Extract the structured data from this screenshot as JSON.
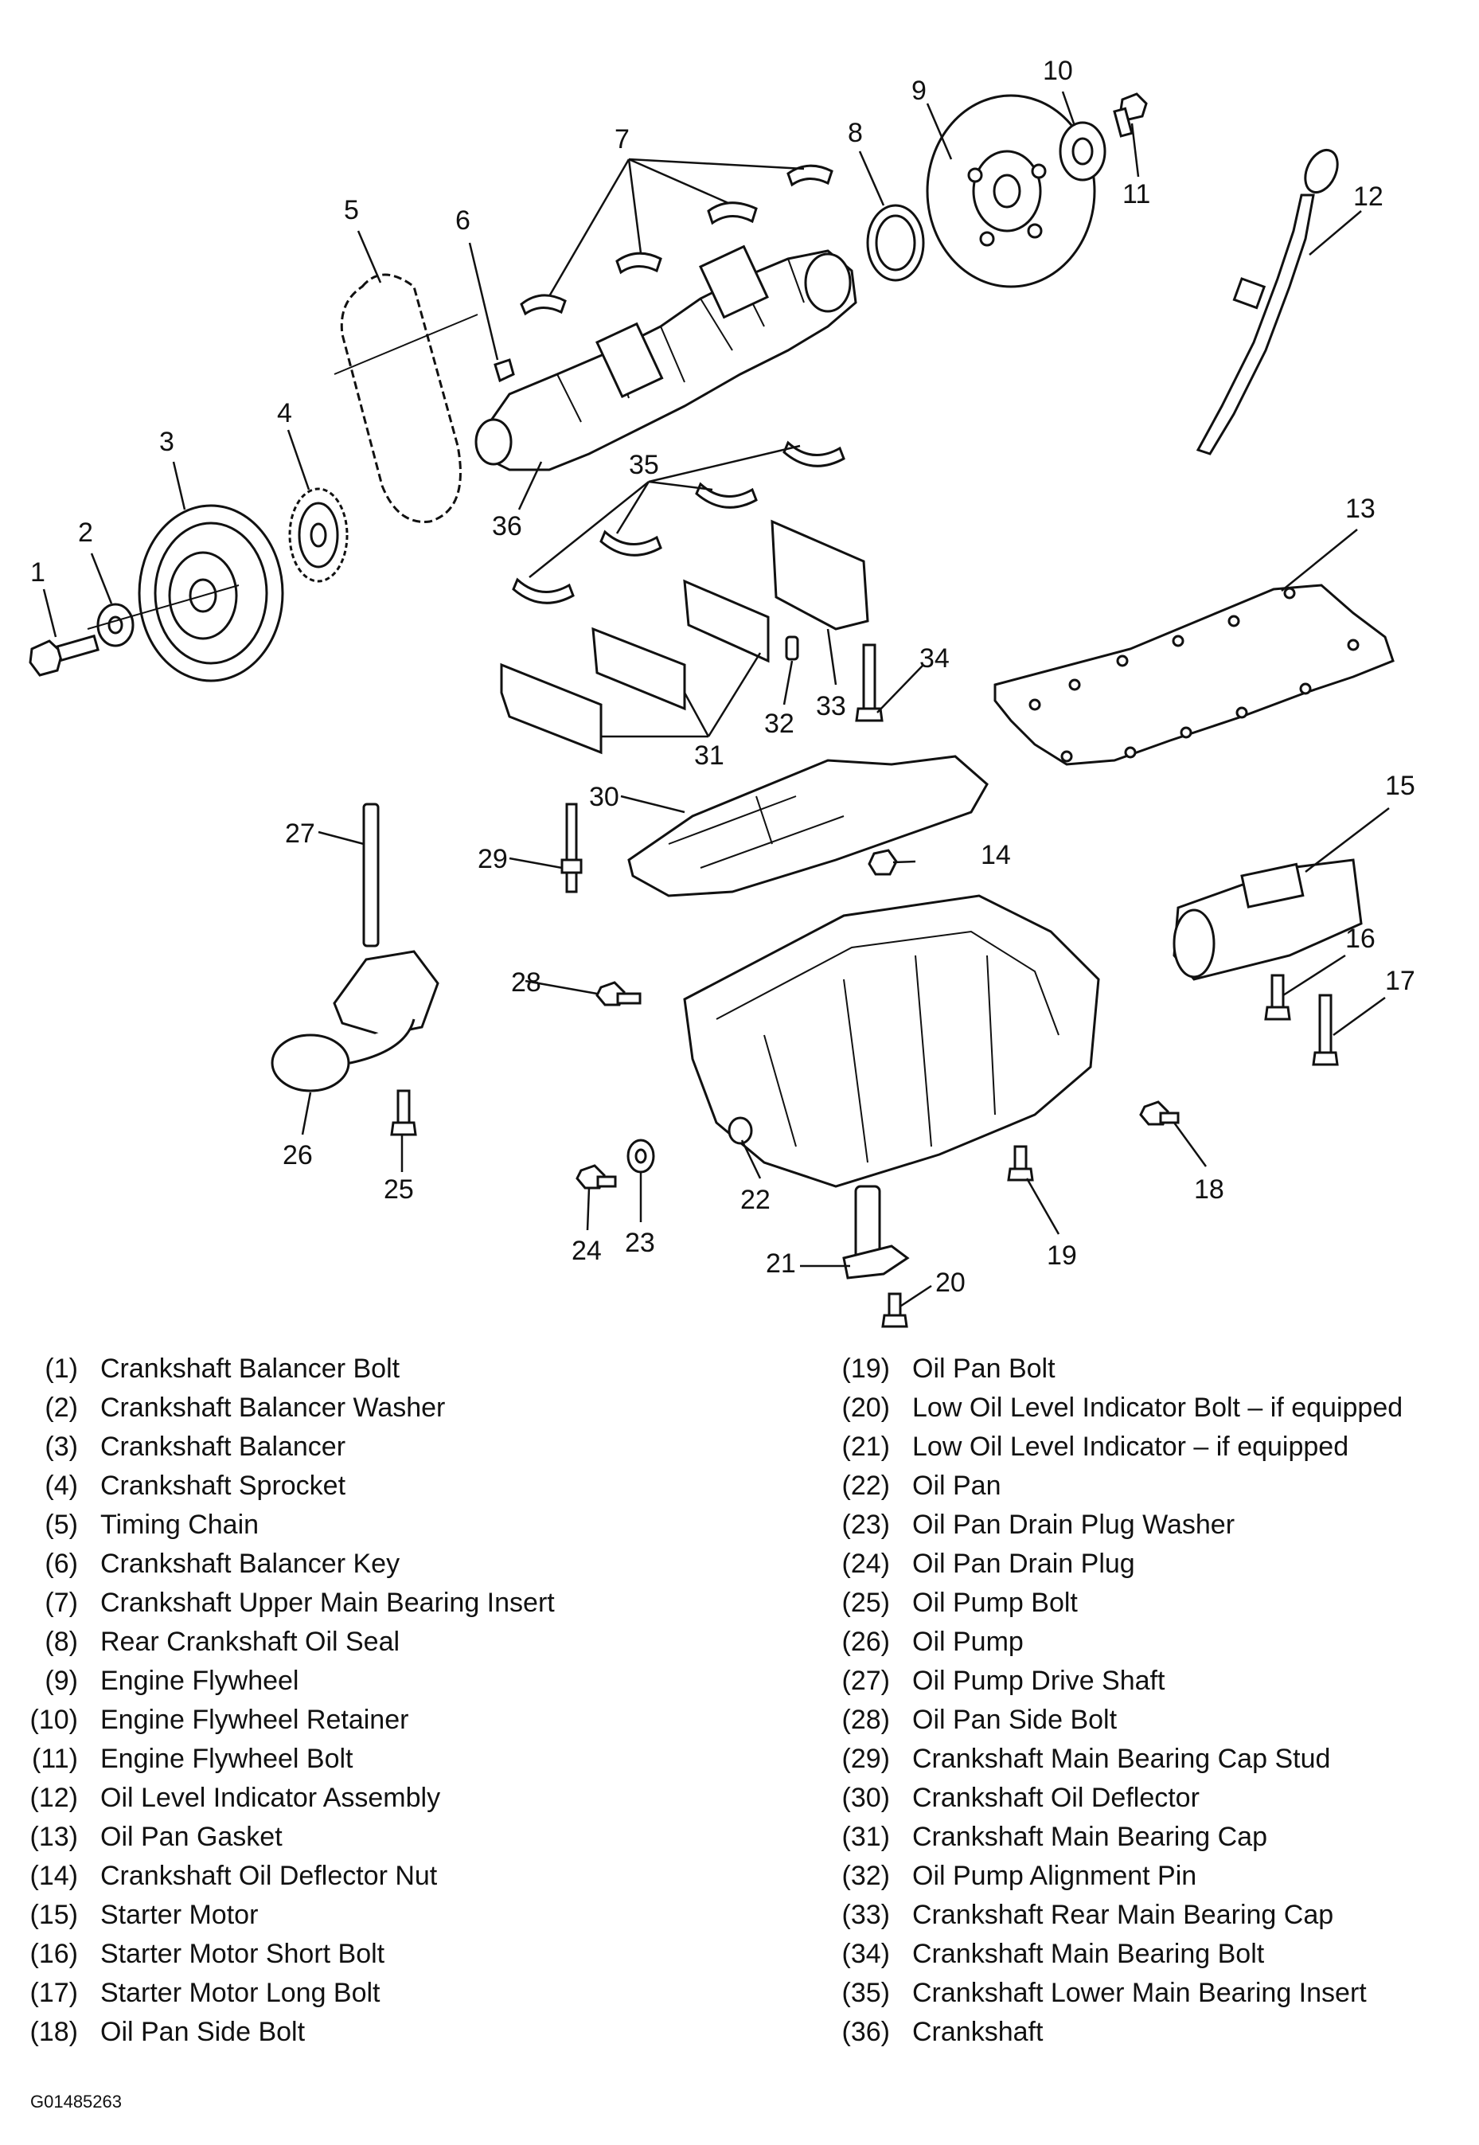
{
  "figure_code": "G01485263",
  "parts": [
    {
      "num": "1",
      "name": "Crankshaft Balancer Bolt"
    },
    {
      "num": "2",
      "name": "Crankshaft Balancer Washer"
    },
    {
      "num": "3",
      "name": "Crankshaft Balancer"
    },
    {
      "num": "4",
      "name": "Crankshaft Sprocket"
    },
    {
      "num": "5",
      "name": "Timing Chain"
    },
    {
      "num": "6",
      "name": "Crankshaft Balancer Key"
    },
    {
      "num": "7",
      "name": "Crankshaft Upper Main Bearing Insert"
    },
    {
      "num": "8",
      "name": "Rear Crankshaft Oil Seal"
    },
    {
      "num": "9",
      "name": "Engine Flywheel"
    },
    {
      "num": "10",
      "name": "Engine Flywheel Retainer"
    },
    {
      "num": "11",
      "name": "Engine Flywheel Bolt"
    },
    {
      "num": "12",
      "name": "Oil Level Indicator Assembly"
    },
    {
      "num": "13",
      "name": "Oil Pan Gasket"
    },
    {
      "num": "14",
      "name": "Crankshaft Oil Deflector Nut"
    },
    {
      "num": "15",
      "name": "Starter Motor"
    },
    {
      "num": "16",
      "name": "Starter Motor Short Bolt"
    },
    {
      "num": "17",
      "name": "Starter Motor Long Bolt"
    },
    {
      "num": "18",
      "name": "Oil Pan Side Bolt"
    },
    {
      "num": "19",
      "name": "Oil Pan Bolt"
    },
    {
      "num": "20",
      "name": "Low Oil Level Indicator Bolt – if equipped"
    },
    {
      "num": "21",
      "name": "Low Oil Level Indicator – if equipped"
    },
    {
      "num": "22",
      "name": "Oil Pan"
    },
    {
      "num": "23",
      "name": "Oil Pan Drain Plug Washer"
    },
    {
      "num": "24",
      "name": "Oil Pan Drain Plug"
    },
    {
      "num": "25",
      "name": "Oil Pump Bolt"
    },
    {
      "num": "26",
      "name": "Oil Pump"
    },
    {
      "num": "27",
      "name": "Oil Pump Drive Shaft"
    },
    {
      "num": "28",
      "name": "Oil Pan Side Bolt"
    },
    {
      "num": "29",
      "name": "Crankshaft Main Bearing Cap Stud"
    },
    {
      "num": "30",
      "name": "Crankshaft Oil Deflector"
    },
    {
      "num": "31",
      "name": "Crankshaft Main Bearing Cap"
    },
    {
      "num": "32",
      "name": "Oil Pump Alignment Pin"
    },
    {
      "num": "33",
      "name": "Crankshaft Rear Main Bearing Cap"
    },
    {
      "num": "34",
      "name": "Crankshaft Main Bearing Bolt"
    },
    {
      "num": "35",
      "name": "Crankshaft Lower Main Bearing Insert"
    },
    {
      "num": "36",
      "name": "Crankshaft"
    }
  ]
}
